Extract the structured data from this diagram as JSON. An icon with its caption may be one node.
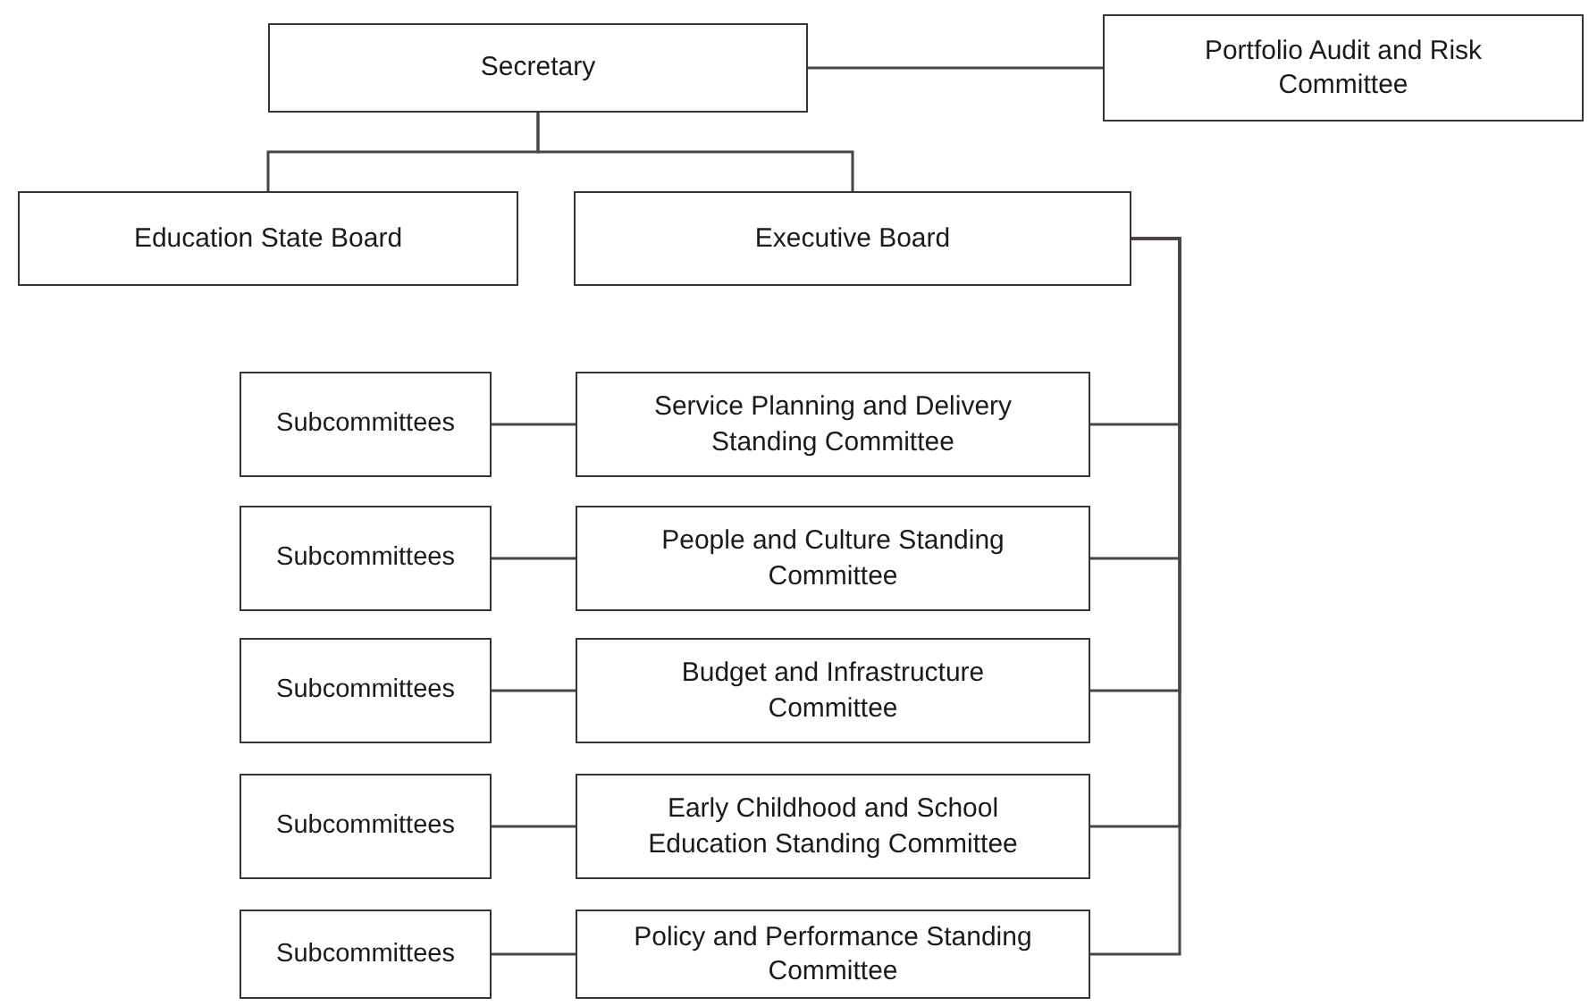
{
  "diagram": {
    "nodes": [
      {
        "text": [
          "Secretary"
        ]
      },
      {
        "text": [
          "Portfolio Audit and Risk Committee"
        ]
      },
      {
        "text": [
          "Education State Board"
        ]
      },
      {
        "text": [
          "Executive Board"
        ]
      },
      {
        "text": [
          "Subcommittees"
        ]
      },
      {
        "text": [
          "Service Planning and Delivery Standing Committee"
        ]
      },
      {
        "text": [
          "Subcommittees"
        ]
      },
      {
        "text": [
          "People and Culture Standing Committee"
        ]
      },
      {
        "text": [
          "Subcommittees"
        ]
      },
      {
        "text": [
          "Budget and Infrastructure Committee"
        ]
      },
      {
        "text": [
          "Subcommittees"
        ]
      },
      {
        "text": [
          "Early Childhood and School Education Standing Committee"
        ]
      },
      {
        "text": [
          "Subcommittees"
        ]
      },
      {
        "text": [
          "Policy and Performance Standing Committee"
        ]
      }
    ],
    "edges": [
      {
        "from": 0,
        "to": 1,
        "arrow": "none"
      },
      {
        "from": 0,
        "to": 2,
        "arrow": "none"
      },
      {
        "from": 0,
        "to": 3,
        "arrow": "none"
      },
      {
        "from": 3,
        "to": 5,
        "arrow": "none"
      },
      {
        "from": 3,
        "to": 7,
        "arrow": "none"
      },
      {
        "from": 3,
        "to": 9,
        "arrow": "none"
      },
      {
        "from": 3,
        "to": 11,
        "arrow": "none"
      },
      {
        "from": 3,
        "to": 13,
        "arrow": "none"
      },
      {
        "from": 5,
        "to": 4,
        "arrow": "none"
      },
      {
        "from": 7,
        "to": 6,
        "arrow": "none"
      },
      {
        "from": 9,
        "to": 8,
        "arrow": "none"
      },
      {
        "from": 11,
        "to": 10,
        "arrow": "none"
      },
      {
        "from": 13,
        "to": 12,
        "arrow": "none"
      }
    ]
  }
}
